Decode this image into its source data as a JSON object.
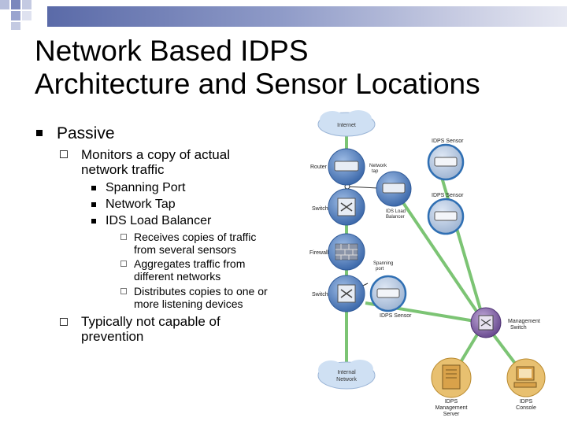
{
  "slide": {
    "title_line1": "Network Based IDPS",
    "title_line2": "Architecture and Sensor Locations",
    "bullets": {
      "passive": "Passive",
      "monitors_line1": "Monitors a copy of actual",
      "monitors_line2": "network traffic",
      "spanning_port": "Spanning Port",
      "network_tap": "Network Tap",
      "ids_load_balancer": "IDS Load Balancer",
      "receives_line1": "Receives copies of traffic",
      "receives_line2": "from several sensors",
      "aggregates_line1": "Aggregates traffic from",
      "aggregates_line2": "different networks",
      "distributes_line1": "Distributes copies to one or",
      "distributes_line2": "more listening devices",
      "typically_line1": "Typically not capable of",
      "typically_line2": "prevention"
    }
  },
  "diagram": {
    "internet": "Internet",
    "router": "Router",
    "network_tap": [
      "Network",
      "tap"
    ],
    "switch_top": "Switch",
    "ids_load_balancer": [
      "IDS Load",
      "Balancer"
    ],
    "firewall": "Firewall",
    "spanning_port": [
      "Spanning",
      "port"
    ],
    "switch_bottom": "Switch",
    "idps_sensor_top": "IDPS Sensor",
    "idps_sensor_mid": "IDPS Sensor",
    "idps_sensor_bottom": "IDPS Sensor",
    "management_switch": [
      "Management",
      "Switch"
    ],
    "internal_network": [
      "Internal",
      "Network"
    ],
    "idps_management_server": [
      "IDPS",
      "Management",
      "Server"
    ],
    "idps_console": [
      "IDPS",
      "Console"
    ]
  },
  "colors": {
    "title_bar_start": "#5a6aa8",
    "node_blue": "#5b84c4",
    "sensor_ring": "#2f6fb3",
    "mgmt_switch": "#7a5aa0",
    "link_green": "#7cc474",
    "cloud": "#cfe0f3"
  }
}
